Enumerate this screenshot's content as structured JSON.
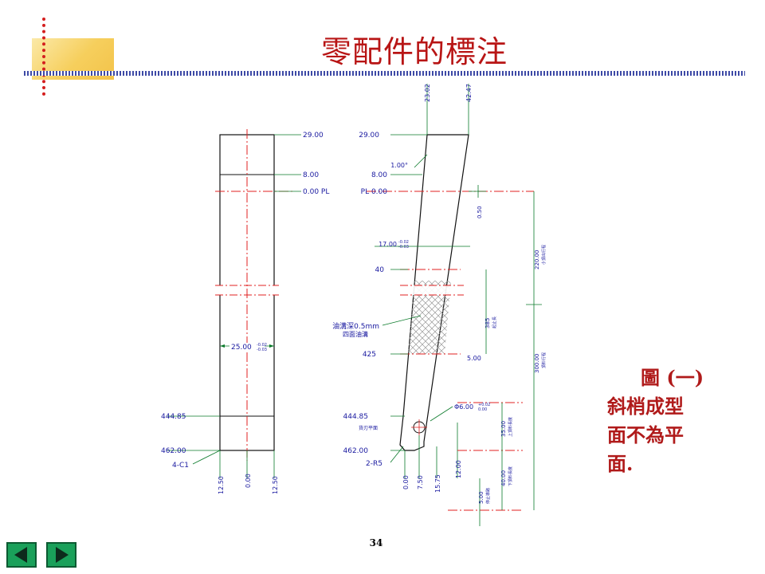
{
  "slide": {
    "title": "零配件的標注",
    "page_number": "34",
    "caption": [
      "圖 (一)",
      "斜梢成型",
      "面不為平",
      "面."
    ]
  },
  "drawing": {
    "left_view": {
      "labels": [
        "29.00",
        "8.00",
        "0.00 PL",
        "444.85",
        "462.00",
        "4-C1",
        "12.50",
        "0.00",
        "12.50",
        "25.00",
        "-0.02",
        "-0.03"
      ]
    },
    "right_view": {
      "top_labels": [
        "23.02",
        "42.47"
      ],
      "left_labels": [
        "29.00",
        "1.00°",
        "8.00",
        "PL 0.00",
        "17.00",
        "-0.02",
        "-0.03",
        "40",
        "油溝深0.5mm",
        "四面油溝",
        "425",
        "444.85",
        "貨刃平面",
        "462.00",
        "2-R5"
      ],
      "bottom_labels": [
        "0.00",
        "7.50",
        "15.75",
        "12.00"
      ],
      "right_labels": [
        "0.50",
        "220.00",
        "小頂出行程",
        "385",
        "起止長",
        "5.00",
        "300.00",
        "頂料行程",
        "Φ6.00",
        "+0.02",
        "0.00",
        "35.00",
        "上頂料長度",
        "40.00",
        "下頂料長度",
        "5.00",
        "停止導路"
      ]
    }
  },
  "nav": {
    "prev": "previous-slide",
    "next": "next-slide"
  },
  "colors": {
    "title": "#b81515",
    "line": "#111111",
    "center": "#e02020",
    "dim": "#0a7a2a",
    "label": "#1a1aa0",
    "nav": "#1aa05a"
  }
}
